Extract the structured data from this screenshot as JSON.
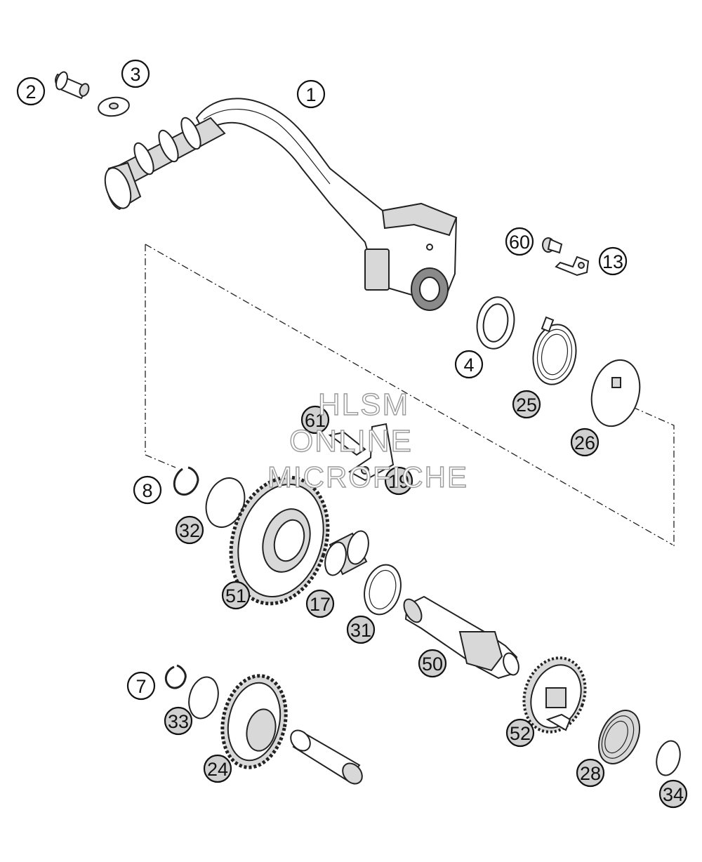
{
  "watermark": {
    "line1": "HLSM",
    "line2": "ONLINE",
    "line3": "MICROFICHE"
  },
  "callouts": [
    {
      "label": "1",
      "fill": "#ffffff"
    },
    {
      "label": "2",
      "fill": "#ffffff"
    },
    {
      "label": "3",
      "fill": "#ffffff"
    },
    {
      "label": "60",
      "fill": "#ffffff"
    },
    {
      "label": "13",
      "fill": "#ffffff"
    },
    {
      "label": "4",
      "fill": "#ffffff"
    },
    {
      "label": "25",
      "fill": "#d0d0d0"
    },
    {
      "label": "26",
      "fill": "#d0d0d0"
    },
    {
      "label": "61",
      "fill": "#d0d0d0"
    },
    {
      "label": "19",
      "fill": "#d0d0d0"
    },
    {
      "label": "8",
      "fill": "#ffffff"
    },
    {
      "label": "32",
      "fill": "#d0d0d0"
    },
    {
      "label": "51",
      "fill": "#d0d0d0"
    },
    {
      "label": "17",
      "fill": "#d0d0d0"
    },
    {
      "label": "31",
      "fill": "#d0d0d0"
    },
    {
      "label": "50",
      "fill": "#d0d0d0"
    },
    {
      "label": "7",
      "fill": "#ffffff"
    },
    {
      "label": "33",
      "fill": "#d0d0d0"
    },
    {
      "label": "24",
      "fill": "#d0d0d0"
    },
    {
      "label": "52",
      "fill": "#d0d0d0"
    },
    {
      "label": "28",
      "fill": "#d0d0d0"
    },
    {
      "label": "34",
      "fill": "#d0d0d0"
    }
  ]
}
